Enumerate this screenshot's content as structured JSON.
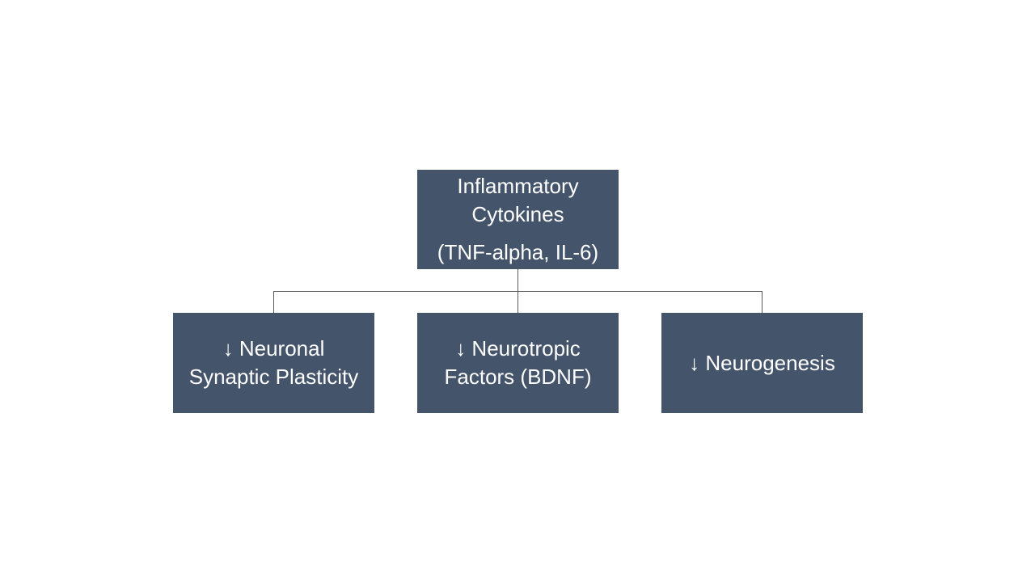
{
  "diagram": {
    "root": {
      "lines": [
        "Inflammatory",
        "Cytokines",
        "(TNF-alpha, IL-6)"
      ]
    },
    "children": [
      {
        "lines": [
          "↓ Neuronal",
          "Synaptic Plasticity"
        ]
      },
      {
        "lines": [
          "↓ Neurotropic",
          "Factors (BDNF)"
        ]
      },
      {
        "lines": [
          "↓ Neurogenesis"
        ]
      }
    ],
    "colors": {
      "box_fill": "#44546a",
      "box_text": "#ffffff",
      "connector": "#5a5a5a",
      "background": "#ffffff"
    }
  }
}
